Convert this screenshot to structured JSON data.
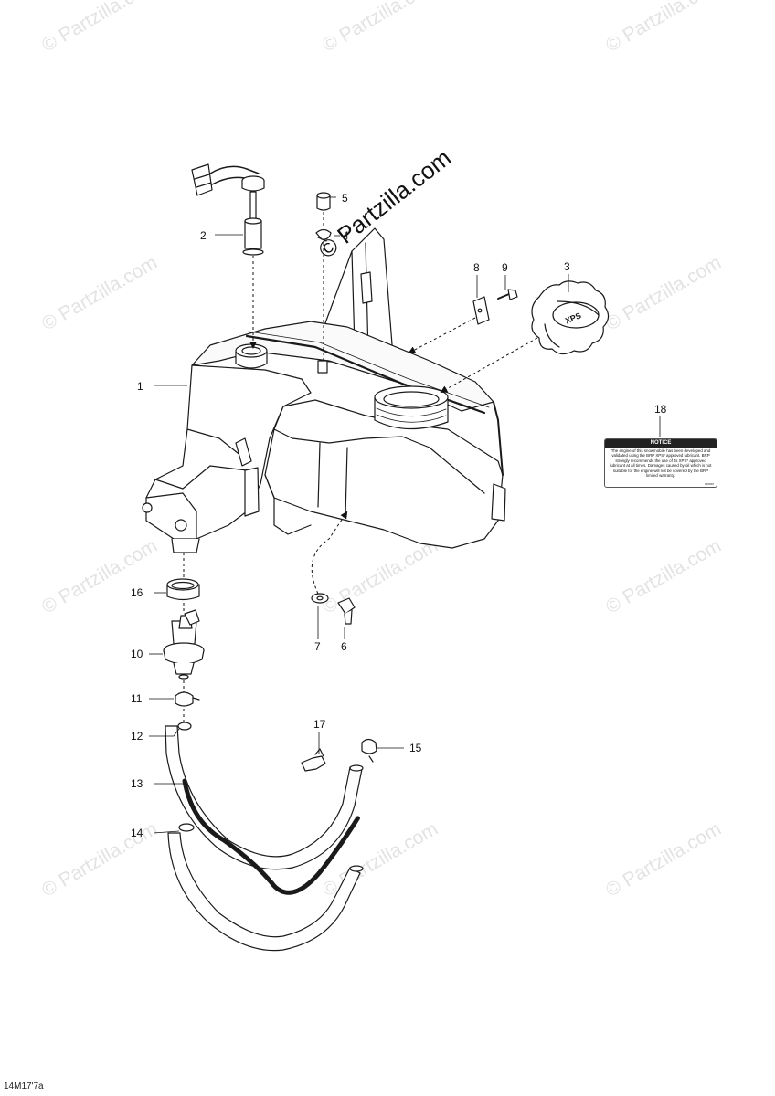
{
  "watermark": {
    "small": "© Partzilla.com",
    "main": "© Partzilla.com"
  },
  "callouts": [
    "1",
    "2",
    "3",
    "4",
    "5",
    "6",
    "7",
    "8",
    "9",
    "10",
    "11",
    "12",
    "13",
    "14",
    "15",
    "16",
    "17",
    "18"
  ],
  "notice_label": {
    "title": "NOTICE",
    "text": "The engine of this snowmobile has been developed and validated using the BRP XPS* approved lubricant. BRP strongly recommends the use of its XPS* approved lubricant at all times. Damages caused by oil which is not suitable for the engine will not be covered by the BRP limited warranty.",
    "code": "######"
  },
  "cap_logo": "XPS",
  "diagram_code": "14M17'7a",
  "colors": {
    "line": "#1a1a1a",
    "fill": "#ffffff",
    "watermark": "#e3e3e3"
  }
}
